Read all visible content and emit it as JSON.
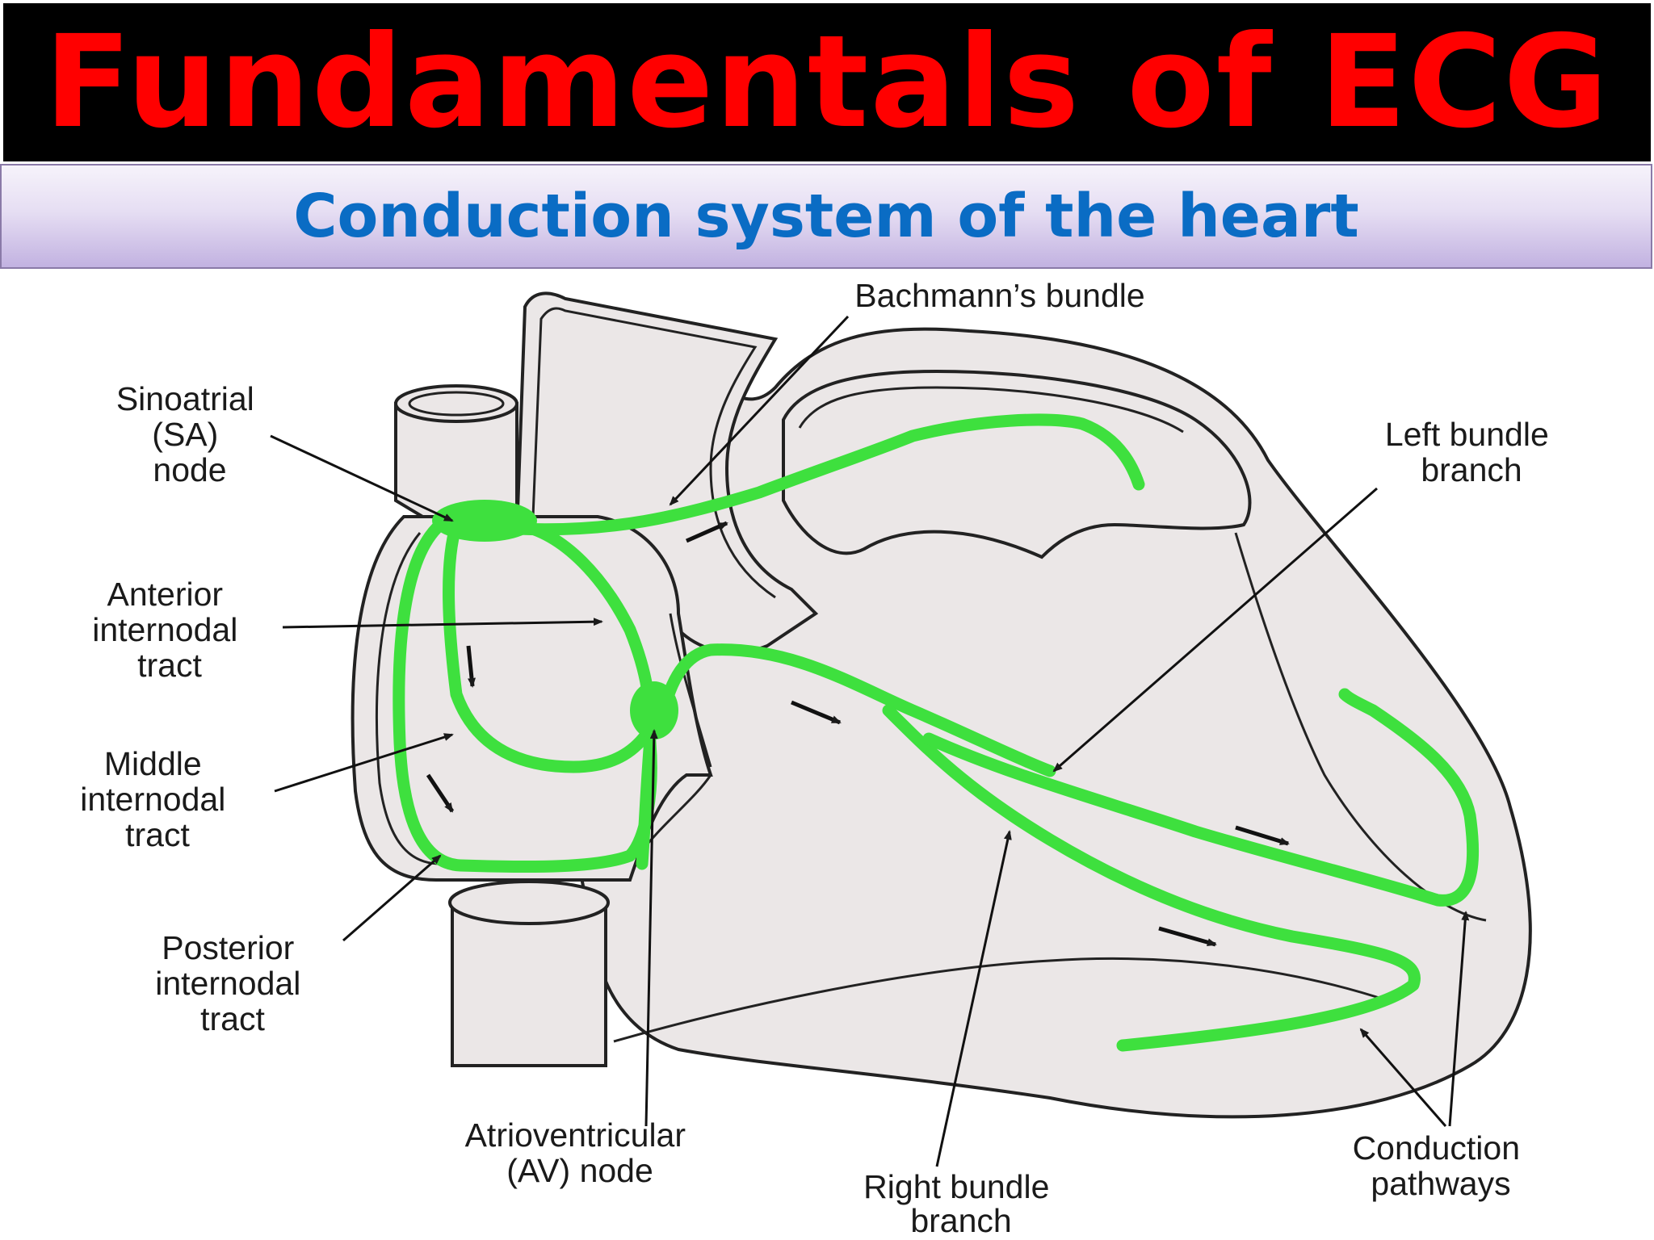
{
  "title": "Fundamentals of ECG",
  "subtitle": "Conduction system of the heart",
  "labels": {
    "bachmann": "Bachmann’s bundle",
    "sa_node": [
      "Sinoatrial",
      "(SA)",
      "node"
    ],
    "left_bundle": [
      "Left bundle",
      "branch"
    ],
    "anterior": [
      "Anterior",
      "internodal",
      "tract"
    ],
    "middle": [
      "Middle",
      "internodal",
      "tract"
    ],
    "posterior": [
      "Posterior",
      "internodal",
      "tract"
    ],
    "av_node": [
      "Atrioventricular",
      "(AV) node"
    ],
    "right_bundle": [
      "Right bundle",
      "branch"
    ],
    "conduction": [
      "Conduction",
      "pathways"
    ]
  },
  "colors": {
    "title": "#ff0000",
    "title_bg": "#000000",
    "subtitle": "#0a6cc4",
    "pathway": "#3ee03e",
    "heart_fill": "#ebe7e7",
    "outline": "#222222"
  }
}
